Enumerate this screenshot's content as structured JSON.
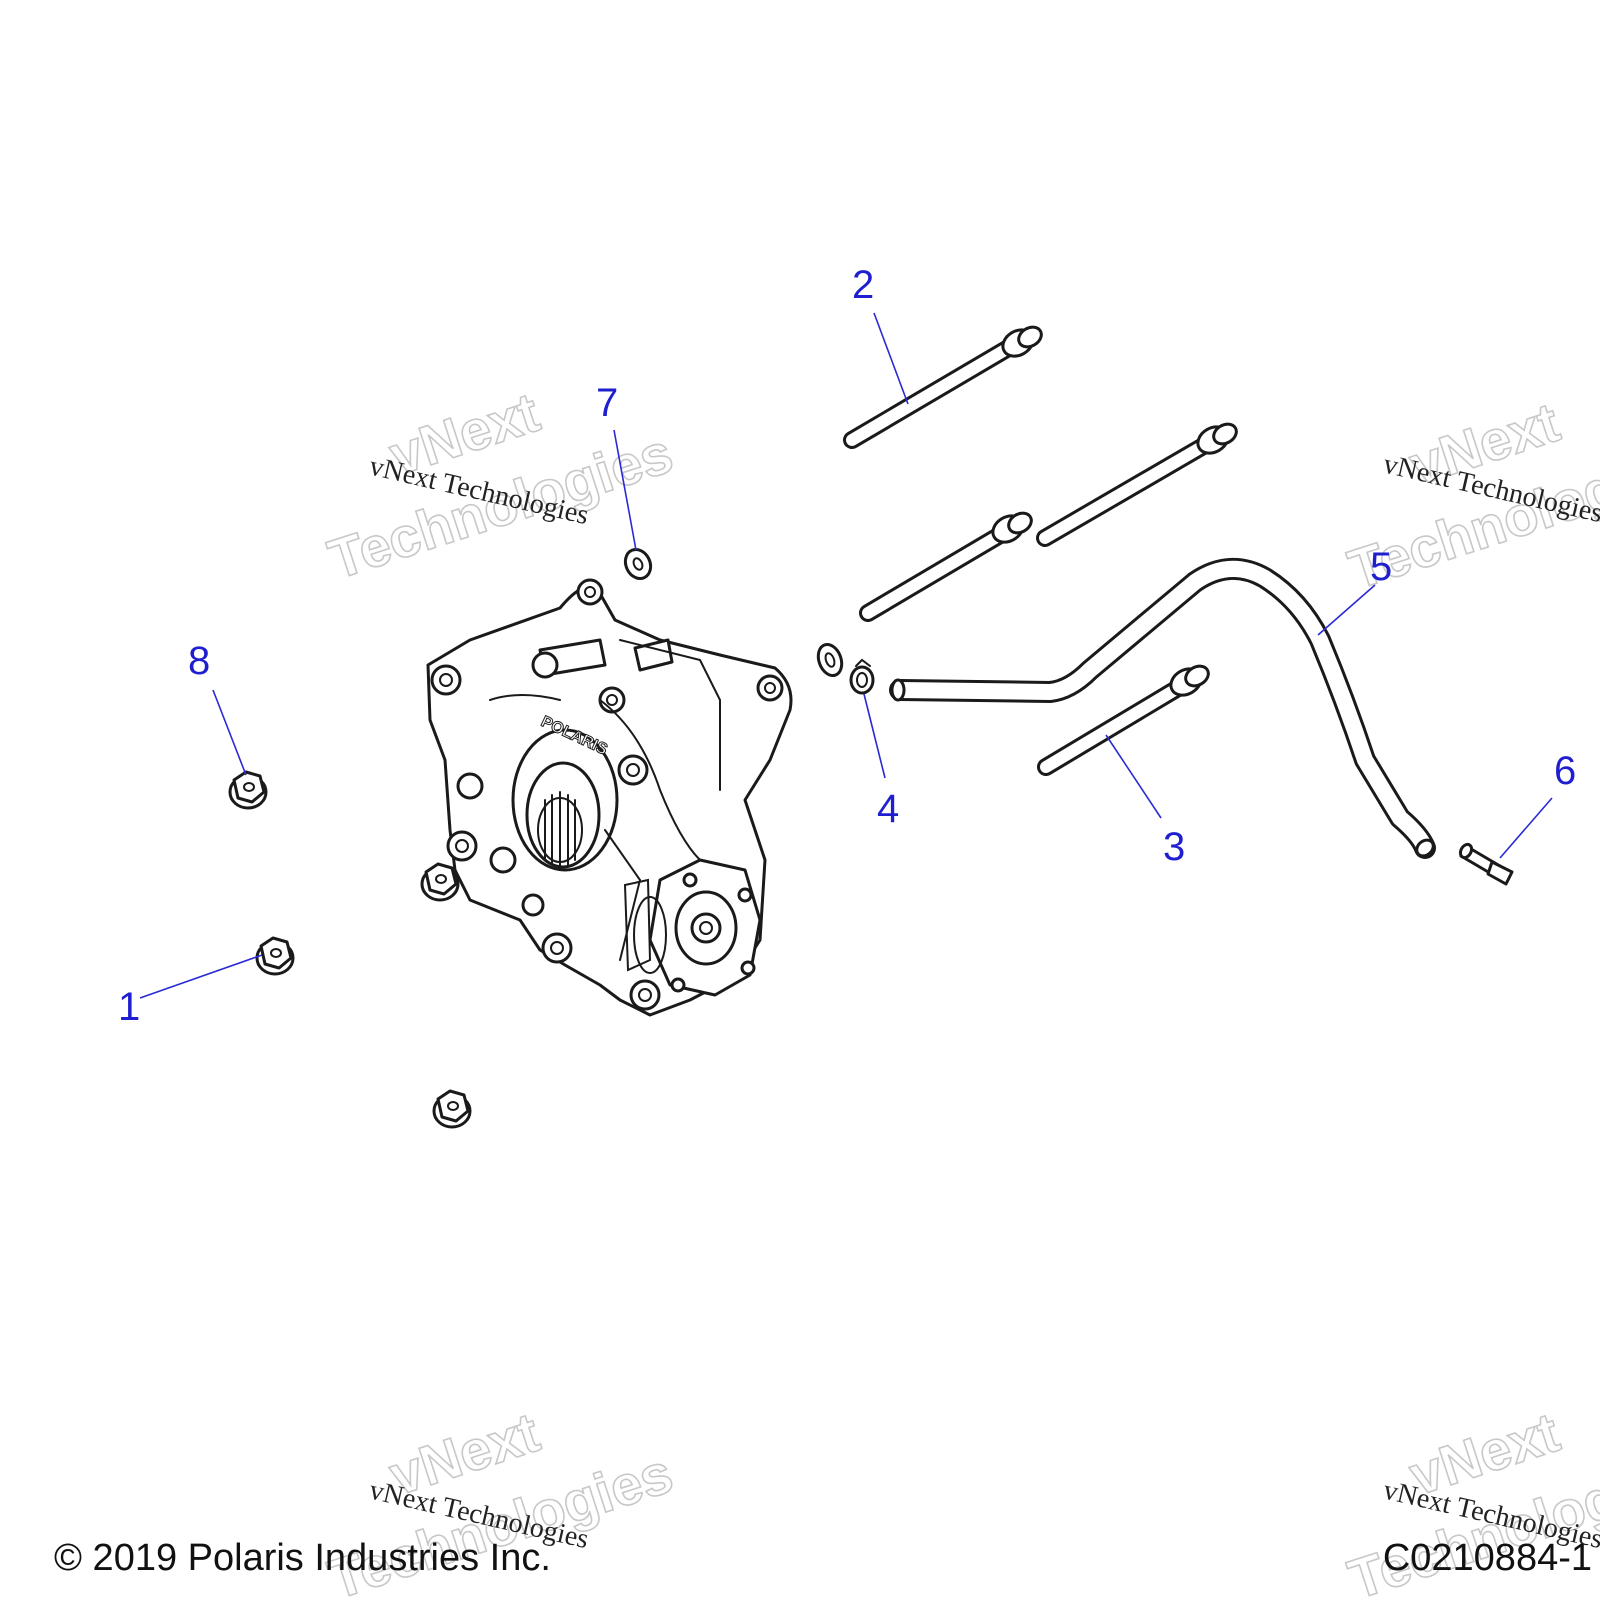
{
  "callouts": [
    {
      "id": "1",
      "label": "1"
    },
    {
      "id": "2",
      "label": "2"
    },
    {
      "id": "3",
      "label": "3"
    },
    {
      "id": "4",
      "label": "4"
    },
    {
      "id": "5",
      "label": "5"
    },
    {
      "id": "6",
      "label": "6"
    },
    {
      "id": "7",
      "label": "7"
    },
    {
      "id": "8",
      "label": "8"
    }
  ],
  "watermark": {
    "line1": "vNext",
    "line2": "Technologies",
    "small": "vNext Technologies"
  },
  "casting_mark": "POLARIS",
  "footer": {
    "copyright": "© 2019 Polaris Industries Inc.",
    "figure_id": "C0210884-1"
  },
  "colors": {
    "callout": "#1f1fd0",
    "line_art": "#1a1a1a",
    "background": "#ffffff"
  }
}
